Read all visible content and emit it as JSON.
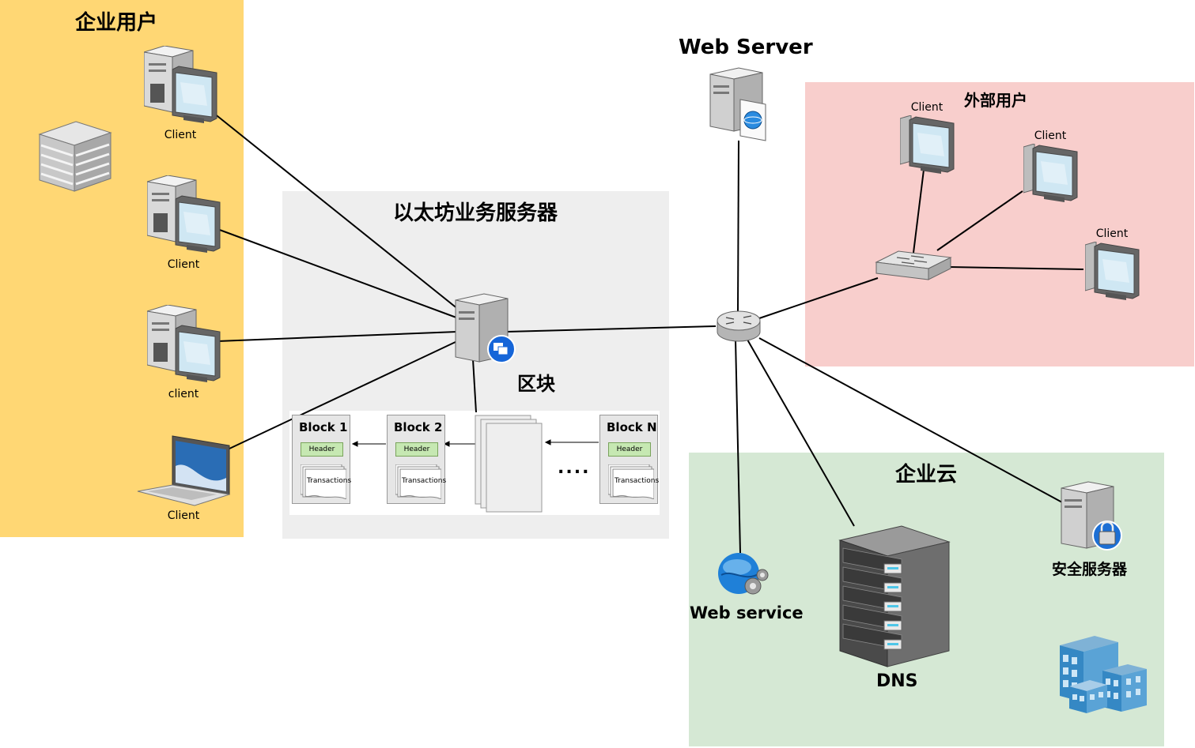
{
  "zones": {
    "enterprise_users": {
      "title": "企业用户",
      "color": "#ffd774"
    },
    "ethereum_server": {
      "title": "以太坊业务服务器",
      "color": "#eeeeee"
    },
    "external_users": {
      "title": "外部用户",
      "color": "#f8cecc"
    },
    "enterprise_cloud": {
      "title": "企业云",
      "color": "#d5e8d4"
    }
  },
  "left_clients": [
    {
      "label": "Client"
    },
    {
      "label": "Client"
    },
    {
      "label": "client"
    },
    {
      "label": "Client"
    }
  ],
  "external_clients": [
    {
      "label": "Client"
    },
    {
      "label": "Client"
    },
    {
      "label": "Client"
    }
  ],
  "web_server": {
    "label": "Web Server"
  },
  "blockchain": {
    "label": "区块",
    "blocks": [
      {
        "title": "Block 1",
        "header": "Header",
        "transactions": "Transactions"
      },
      {
        "title": "Block 2",
        "header": "Header",
        "transactions": "Transactions"
      },
      {
        "title": "Block N",
        "header": "Header",
        "transactions": "Transactions"
      }
    ],
    "ellipsis": "...."
  },
  "cloud_services": {
    "web_service": "Web service",
    "dns": "DNS",
    "security_server": "安全服务器"
  },
  "icons": {
    "datacenter": "datacenter-icon",
    "building": "office-buildings-icon",
    "router": "router-icon",
    "switch": "network-switch-icon"
  }
}
